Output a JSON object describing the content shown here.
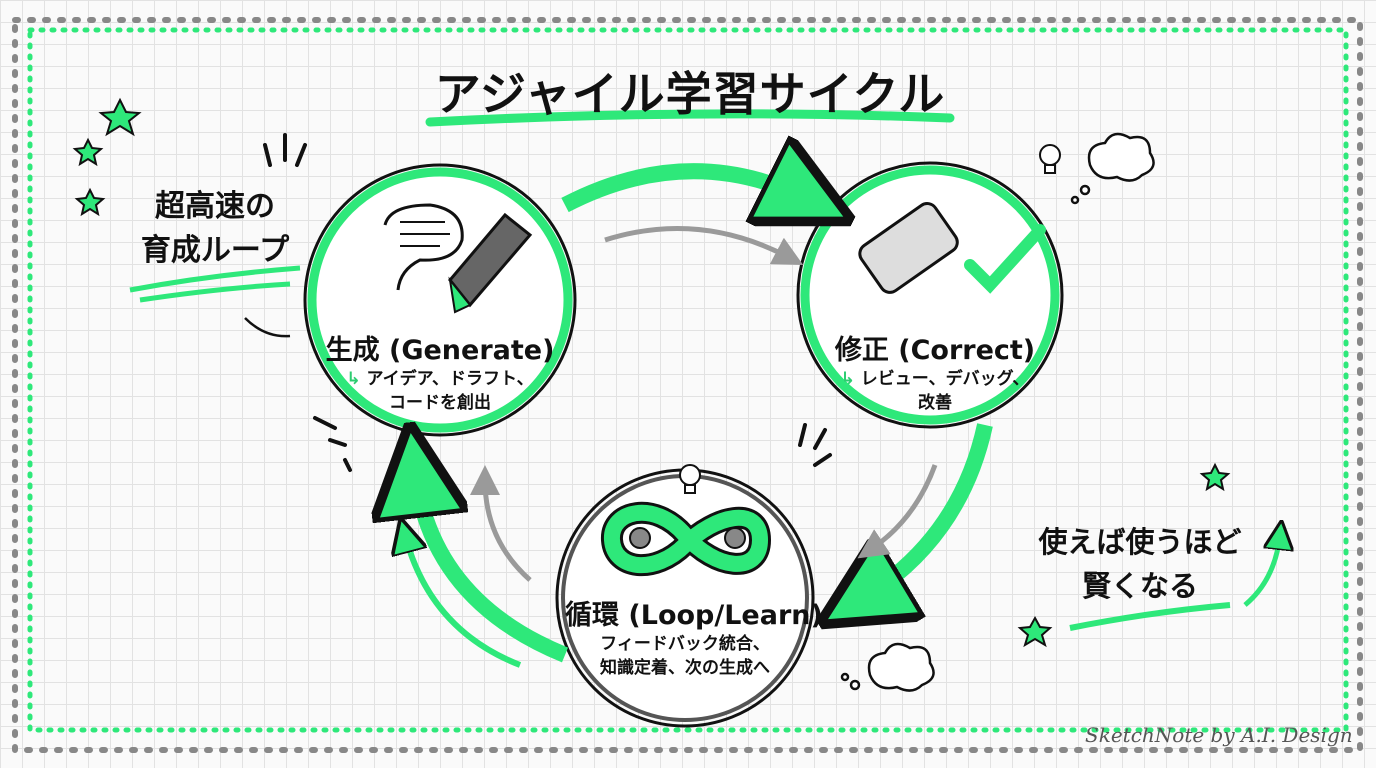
{
  "title": "アジャイル学習サイクル",
  "side_note": {
    "line1": "超高速の",
    "line2": "育成ループ"
  },
  "nodes": {
    "generate": {
      "heading": "生成 (Generate)",
      "arrow": "↳",
      "line1": "アイデア、ドラフト、",
      "line2": "コードを創出"
    },
    "correct": {
      "heading": "修正 (Correct)",
      "arrow": "↳",
      "line1": "レビュー、デバッグ、",
      "line2": "改善"
    },
    "loop": {
      "heading": "循環 (Loop/Learn)",
      "line1": "フィードバック統合、",
      "line2": "知識定着、次の生成へ"
    }
  },
  "callout": {
    "line1": "使えば使うほど",
    "line2": "賢くなる"
  },
  "credit": "SketchNote by A.I. Design",
  "colors": {
    "accent": "#2ee87a",
    "ink": "#111111",
    "gray": "#9a9a9a"
  }
}
